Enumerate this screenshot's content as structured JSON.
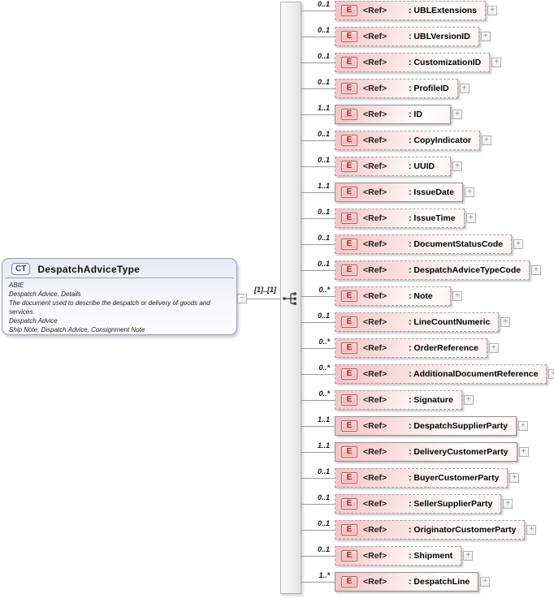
{
  "diagram": {
    "complex_type": {
      "badge": "CT",
      "name": "DespatchAdviceType",
      "annotations": [
        "ABIE",
        "Despatch Advice. Details",
        "The document used to describe the despatch or delivery of goods and services.",
        "Despatch Advice",
        "Ship Note, Dispatch Advice, Consignment Note"
      ]
    },
    "connector": {
      "cardinality": "[1]..[1]",
      "compositor": "sequence"
    },
    "icons": {
      "expand": "+",
      "collapse": "−"
    },
    "ref_label": "<Ref>",
    "element_badge": "E",
    "elements": [
      {
        "cardinality": "0..1",
        "label": ": UBLExtensions",
        "name": "UBLExtensions",
        "required": false
      },
      {
        "cardinality": "0..1",
        "label": ": UBLVersionID",
        "name": "UBLVersionID",
        "required": false
      },
      {
        "cardinality": "0..1",
        "label": ": CustomizationID",
        "name": "CustomizationID",
        "required": false
      },
      {
        "cardinality": "0..1",
        "label": ": ProfileID",
        "name": "ProfileID",
        "required": false
      },
      {
        "cardinality": "1..1",
        "label": ": ID",
        "name": "ID",
        "required": true
      },
      {
        "cardinality": "0..1",
        "label": ": CopyIndicator",
        "name": "CopyIndicator",
        "required": false
      },
      {
        "cardinality": "0..1",
        "label": ": UUID",
        "name": "UUID",
        "required": false
      },
      {
        "cardinality": "1..1",
        "label": ": IssueDate",
        "name": "IssueDate",
        "required": true
      },
      {
        "cardinality": "0..1",
        "label": ": IssueTime",
        "name": "IssueTime",
        "required": false
      },
      {
        "cardinality": "0..1",
        "label": ": DocumentStatusCode",
        "name": "DocumentStatusCode",
        "required": false
      },
      {
        "cardinality": "0..1",
        "label": ": DespatchAdviceTypeCode",
        "name": "DespatchAdviceTypeCode",
        "required": false
      },
      {
        "cardinality": "0..*",
        "label": ": Note",
        "name": "Note",
        "required": false
      },
      {
        "cardinality": "0..1",
        "label": ": LineCountNumeric",
        "name": "LineCountNumeric",
        "required": false
      },
      {
        "cardinality": "0..*",
        "label": ": OrderReference",
        "name": "OrderReference",
        "required": false
      },
      {
        "cardinality": "0..*",
        "label": ": AdditionalDocumentReference",
        "name": "AdditionalDocumentReference",
        "required": false
      },
      {
        "cardinality": "0..*",
        "label": ": Signature",
        "name": "Signature",
        "required": false
      },
      {
        "cardinality": "1..1",
        "label": ": DespatchSupplierParty",
        "name": "DespatchSupplierParty",
        "required": true
      },
      {
        "cardinality": "1..1",
        "label": ": DeliveryCustomerParty",
        "name": "DeliveryCustomerParty",
        "required": true
      },
      {
        "cardinality": "0..1",
        "label": ": BuyerCustomerParty",
        "name": "BuyerCustomerParty",
        "required": false
      },
      {
        "cardinality": "0..1",
        "label": ": SellerSupplierParty",
        "name": "SellerSupplierParty",
        "required": false
      },
      {
        "cardinality": "0..1",
        "label": ": OriginatorCustomerParty",
        "name": "OriginatorCustomerParty",
        "required": false
      },
      {
        "cardinality": "0..1",
        "label": ": Shipment",
        "name": "Shipment",
        "required": false
      },
      {
        "cardinality": "1..*",
        "label": ": DespatchLine",
        "name": "DespatchLine",
        "required": true
      }
    ],
    "colors": {
      "element_fill": "#f5c2c2",
      "element_border_optional": "#a3a3a3",
      "element_border_required": "#8f8f8f",
      "element_badge_border": "#ad5f5f",
      "element_badge_text": "#942f2f",
      "ct_fill": "#e9e9f6",
      "ct_border": "#9898b8",
      "ct_badge_text": "#3d3d7a",
      "bar_fill": "#efefef",
      "line": "#9a9a9a"
    }
  }
}
